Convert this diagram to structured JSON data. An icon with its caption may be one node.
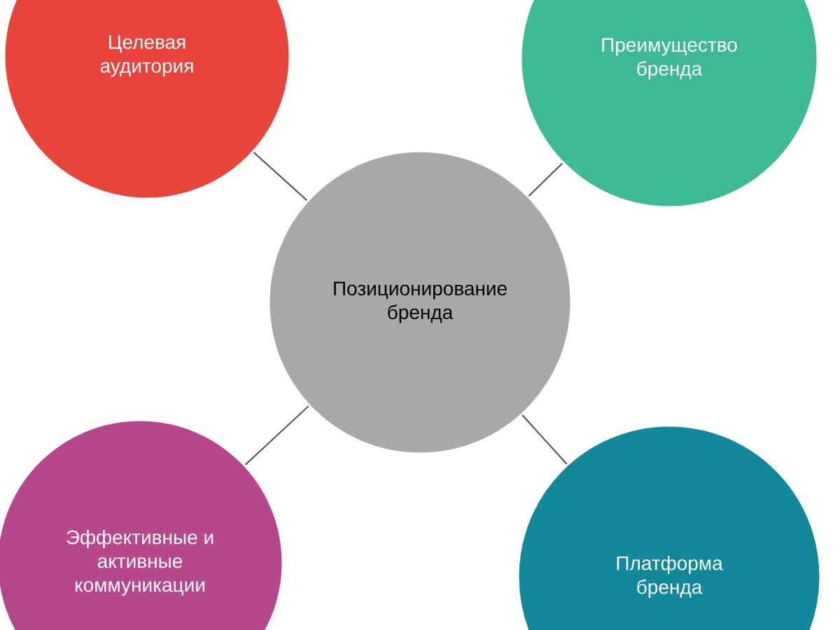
{
  "diagram": {
    "nodes": [
      {
        "text": [
          "Целевая аудитория"
        ]
      },
      {
        "text": [
          "Преимущество бренда"
        ]
      },
      {
        "text": [
          "Позиционирование бренда"
        ]
      },
      {
        "text": [
          "Эффективные и активные коммуникации"
        ]
      },
      {
        "text": [
          "Платформа бренда"
        ]
      }
    ],
    "edges": [
      {
        "from": 2,
        "to": 0,
        "arrow": "none"
      },
      {
        "from": 2,
        "to": 1,
        "arrow": "none"
      },
      {
        "from": 2,
        "to": 3,
        "arrow": "none"
      },
      {
        "from": 2,
        "to": 4,
        "arrow": "none"
      }
    ]
  }
}
